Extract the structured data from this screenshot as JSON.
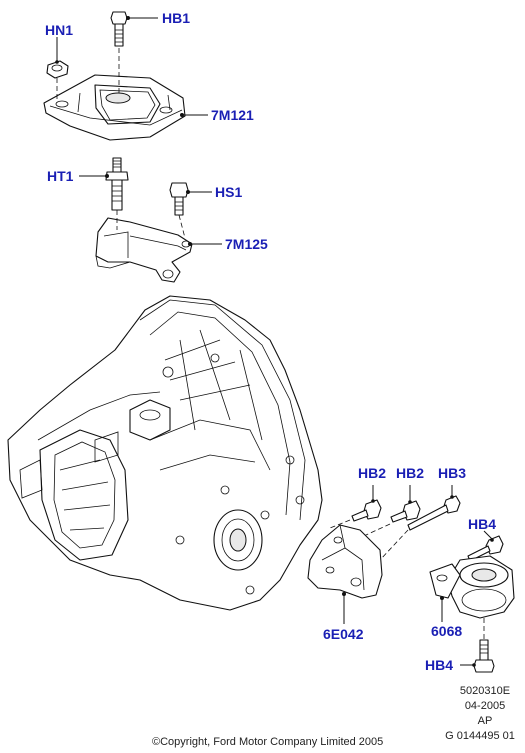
{
  "callouts": {
    "hn1": "HN1",
    "hb1_top": "HB1",
    "m7m121": "7M121",
    "ht1": "HT1",
    "hs1": "HS1",
    "m7m125": "7M125",
    "hb2_a": "HB2",
    "hb2_b": "HB2",
    "hb3": "HB3",
    "hb4_upper": "HB4",
    "m6e042": "6E042",
    "m6068": "6068",
    "hb4_lower": "HB4"
  },
  "reference": {
    "line1": "5020310E",
    "line2": "04-2005",
    "line3": "AP",
    "line4": "G 0144495 01"
  },
  "copyright": "©Copyright, Ford Motor Company Limited 2005"
}
